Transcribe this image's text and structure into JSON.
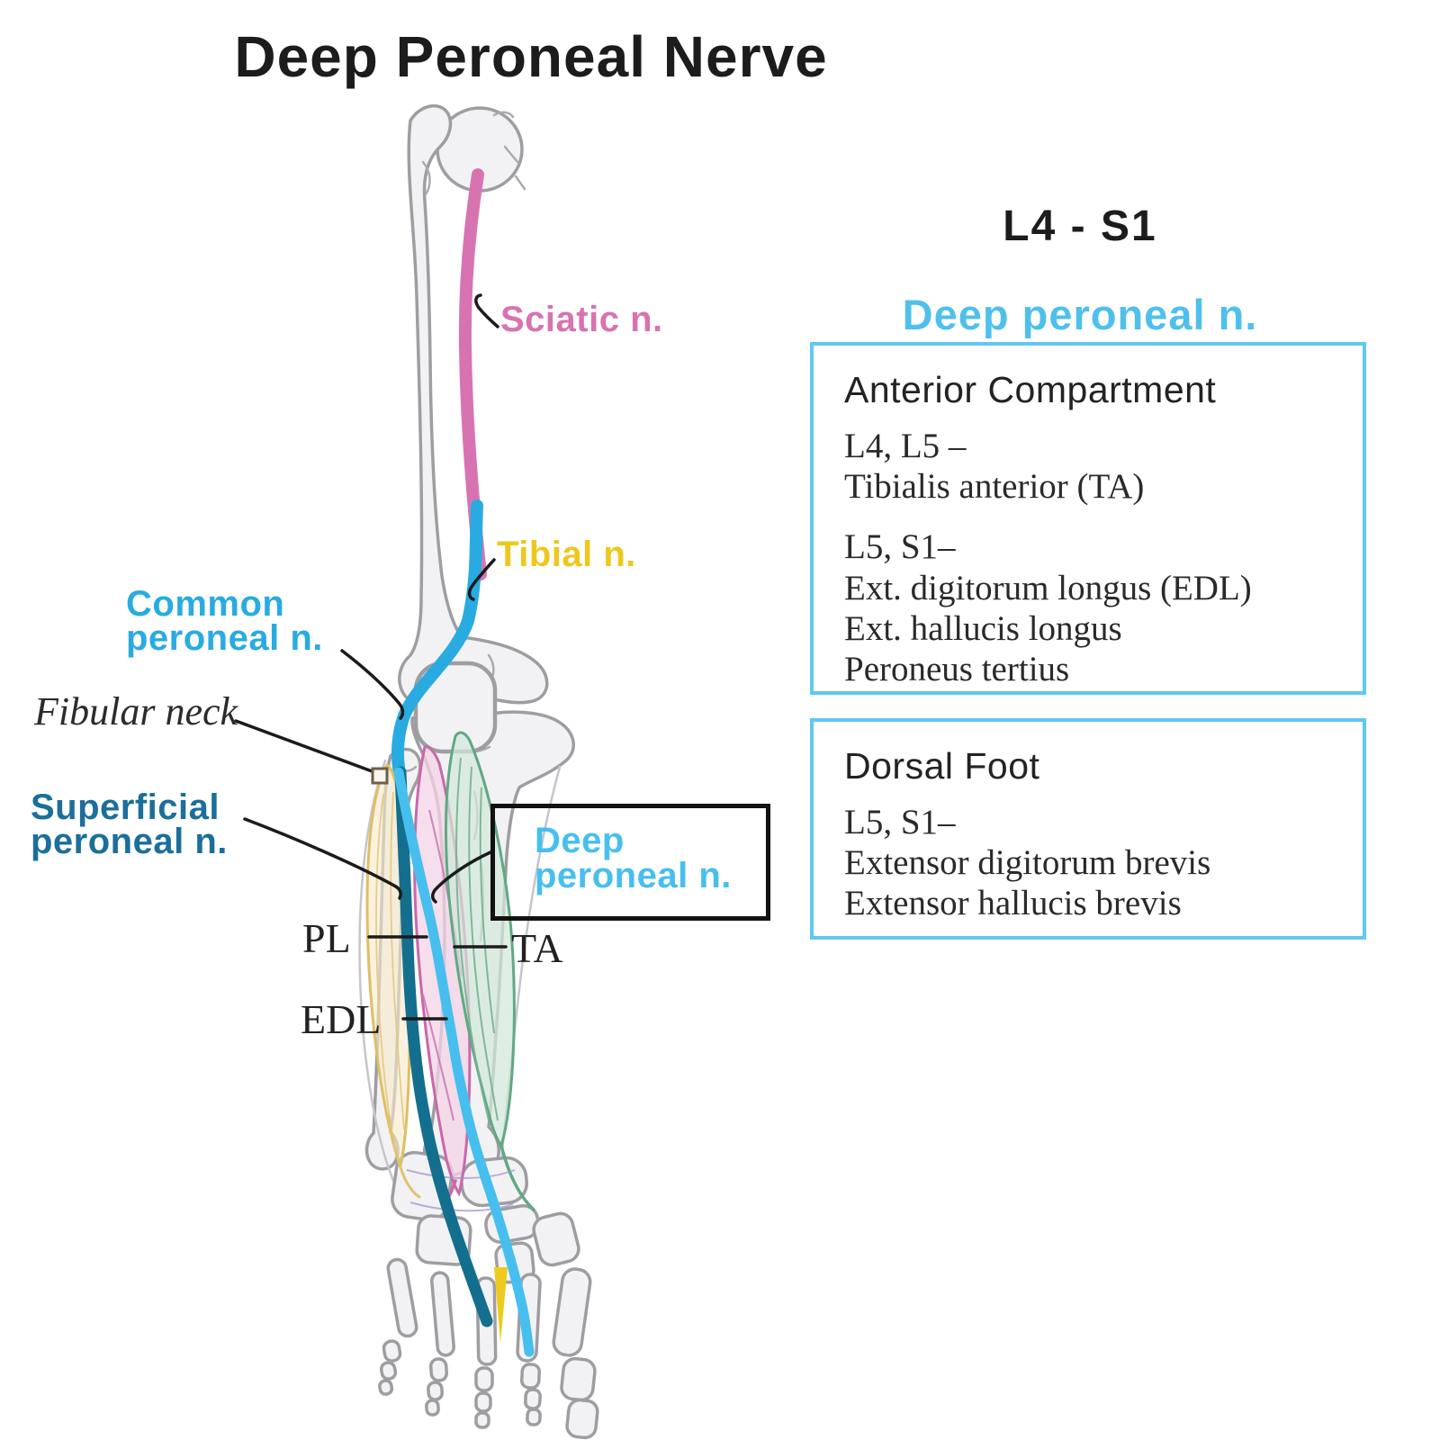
{
  "title": "Deep Peroneal Nerve",
  "roots": "L4 - S1",
  "nerve_heading": "Deep peroneal n.",
  "info_boxes": [
    {
      "heading": "Anterior Compartment",
      "groups": [
        {
          "lines": [
            "L4, L5 –",
            "Tibialis anterior (TA)"
          ]
        },
        {
          "lines": [
            "L5, S1–",
            "Ext. digitorum longus (EDL)",
            "Ext. hallucis longus",
            "Peroneus tertius"
          ]
        }
      ]
    },
    {
      "heading": "Dorsal Foot",
      "groups": [
        {
          "lines": [
            "L5, S1–",
            "Extensor digitorum brevis",
            "Extensor hallucis brevis"
          ]
        }
      ]
    }
  ],
  "diagram_labels": {
    "sciatic": "Sciatic n.",
    "tibial": "Tibial n.",
    "common_peroneal": {
      "line1": "Common",
      "line2": "peroneal n."
    },
    "fibular_neck": "Fibular neck",
    "superficial_peroneal": {
      "line1": "Superficial",
      "line2": "peroneal n."
    },
    "deep_peroneal_boxed": {
      "line1": "Deep",
      "line2": "peroneal n."
    },
    "pl": "PL",
    "ta": "TA",
    "edl": "EDL"
  },
  "colors": {
    "text_dark": "#1C1C1C",
    "sciatic_pink": "#D873B2",
    "tibial_yellow": "#EEC71D",
    "common_peroneal_blue": "#29ABE2",
    "deep_peroneal_blue": "#47BFEE",
    "superficial_nerve_teal": "#136F8D",
    "superficial_label_blue": "#1C6E9B",
    "heading_blue": "#4FC0EC",
    "box_border_blue": "#5FC9F1",
    "pl_outline_yellow": "#DFBE66",
    "edl_outline_pink": "#C868AA",
    "ta_outline_green": "#5FA983",
    "bone_fill": "#F2F2F4",
    "bone_stroke": "#9E9EA2",
    "leader_black": "#1B1B1B"
  }
}
